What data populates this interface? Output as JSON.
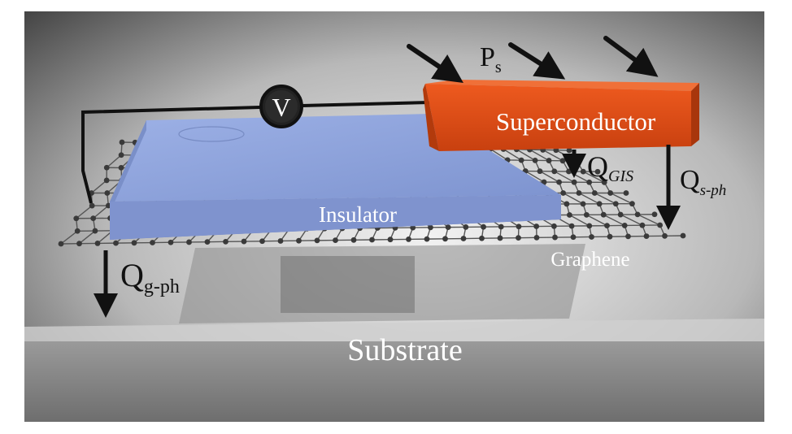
{
  "labels": {
    "power": "P",
    "power_sub": "s",
    "voltmeter": "V",
    "superconductor": "Superconductor",
    "insulator": "Insulator",
    "graphene": "Graphene",
    "substrate": "Substrate",
    "q_gis": "Q",
    "q_gis_sub": "GIS",
    "q_sph": "Q",
    "q_sph_sub": "s-ph",
    "q_gph": "Q",
    "q_gph_sub": "g-ph"
  },
  "colors": {
    "superconductor": "#e2521c",
    "insulator": "#8aa0d8",
    "graphene_atom": "#3a3a3a",
    "arrow": "#111111",
    "label_light": "#ffffff",
    "label_dark": "#000000"
  }
}
